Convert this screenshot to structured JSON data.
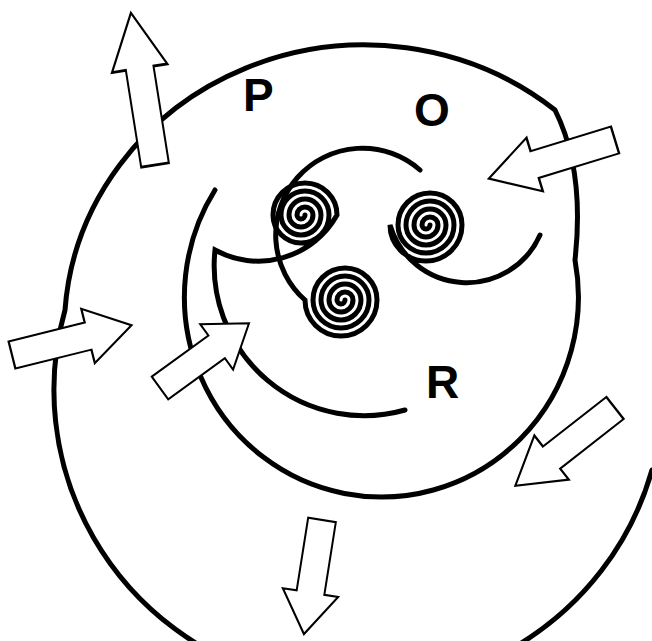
{
  "diagram": {
    "labels": [
      "P",
      "O",
      "R"
    ]
  }
}
